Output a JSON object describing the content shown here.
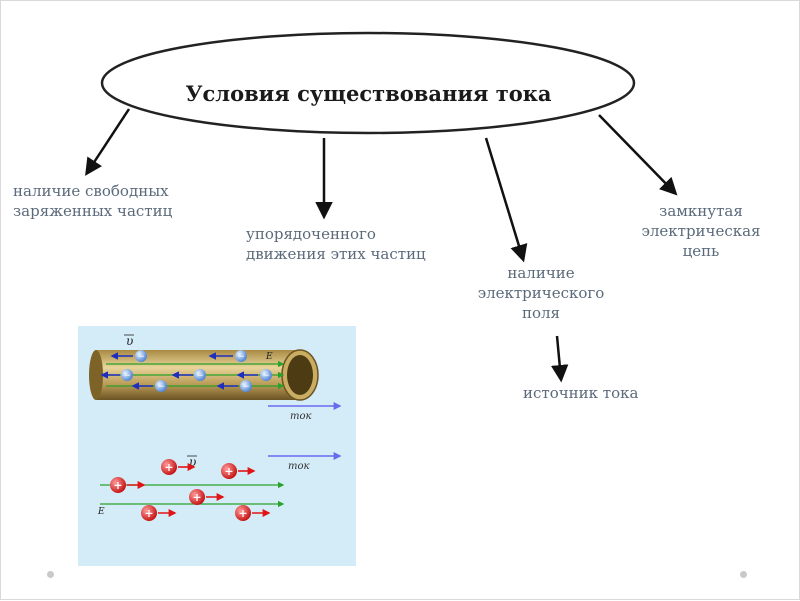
{
  "title": "Условия существования тока",
  "conditions": [
    {
      "lines": [
        "наличие свободных",
        "заряженных частиц"
      ]
    },
    {
      "lines": [
        "упорядоченного",
        "движения этих частиц"
      ]
    },
    {
      "lines": [
        "наличие",
        "электрического",
        "поля"
      ]
    },
    {
      "lines": [
        "замкнутая",
        "электрическая",
        "цепь"
      ]
    }
  ],
  "sub_condition": "источник тока",
  "illustration": {
    "top_label_v": "υ",
    "top_label_e": "E",
    "top_label_current": "ток",
    "bottom_label_v": "υ",
    "bottom_label_e": "E",
    "bottom_label_current": "ток",
    "electron_symbol": "−",
    "proton_symbol": "+"
  },
  "colors": {
    "label_text": "#5b6a7b",
    "illustration_bg": "#d4ecf7",
    "field_arrow": "#2aa12a",
    "velocity_arrow_electron": "#1e2fbf",
    "velocity_arrow_proton": "#e01414",
    "current_arrow": "#6a6af0"
  }
}
